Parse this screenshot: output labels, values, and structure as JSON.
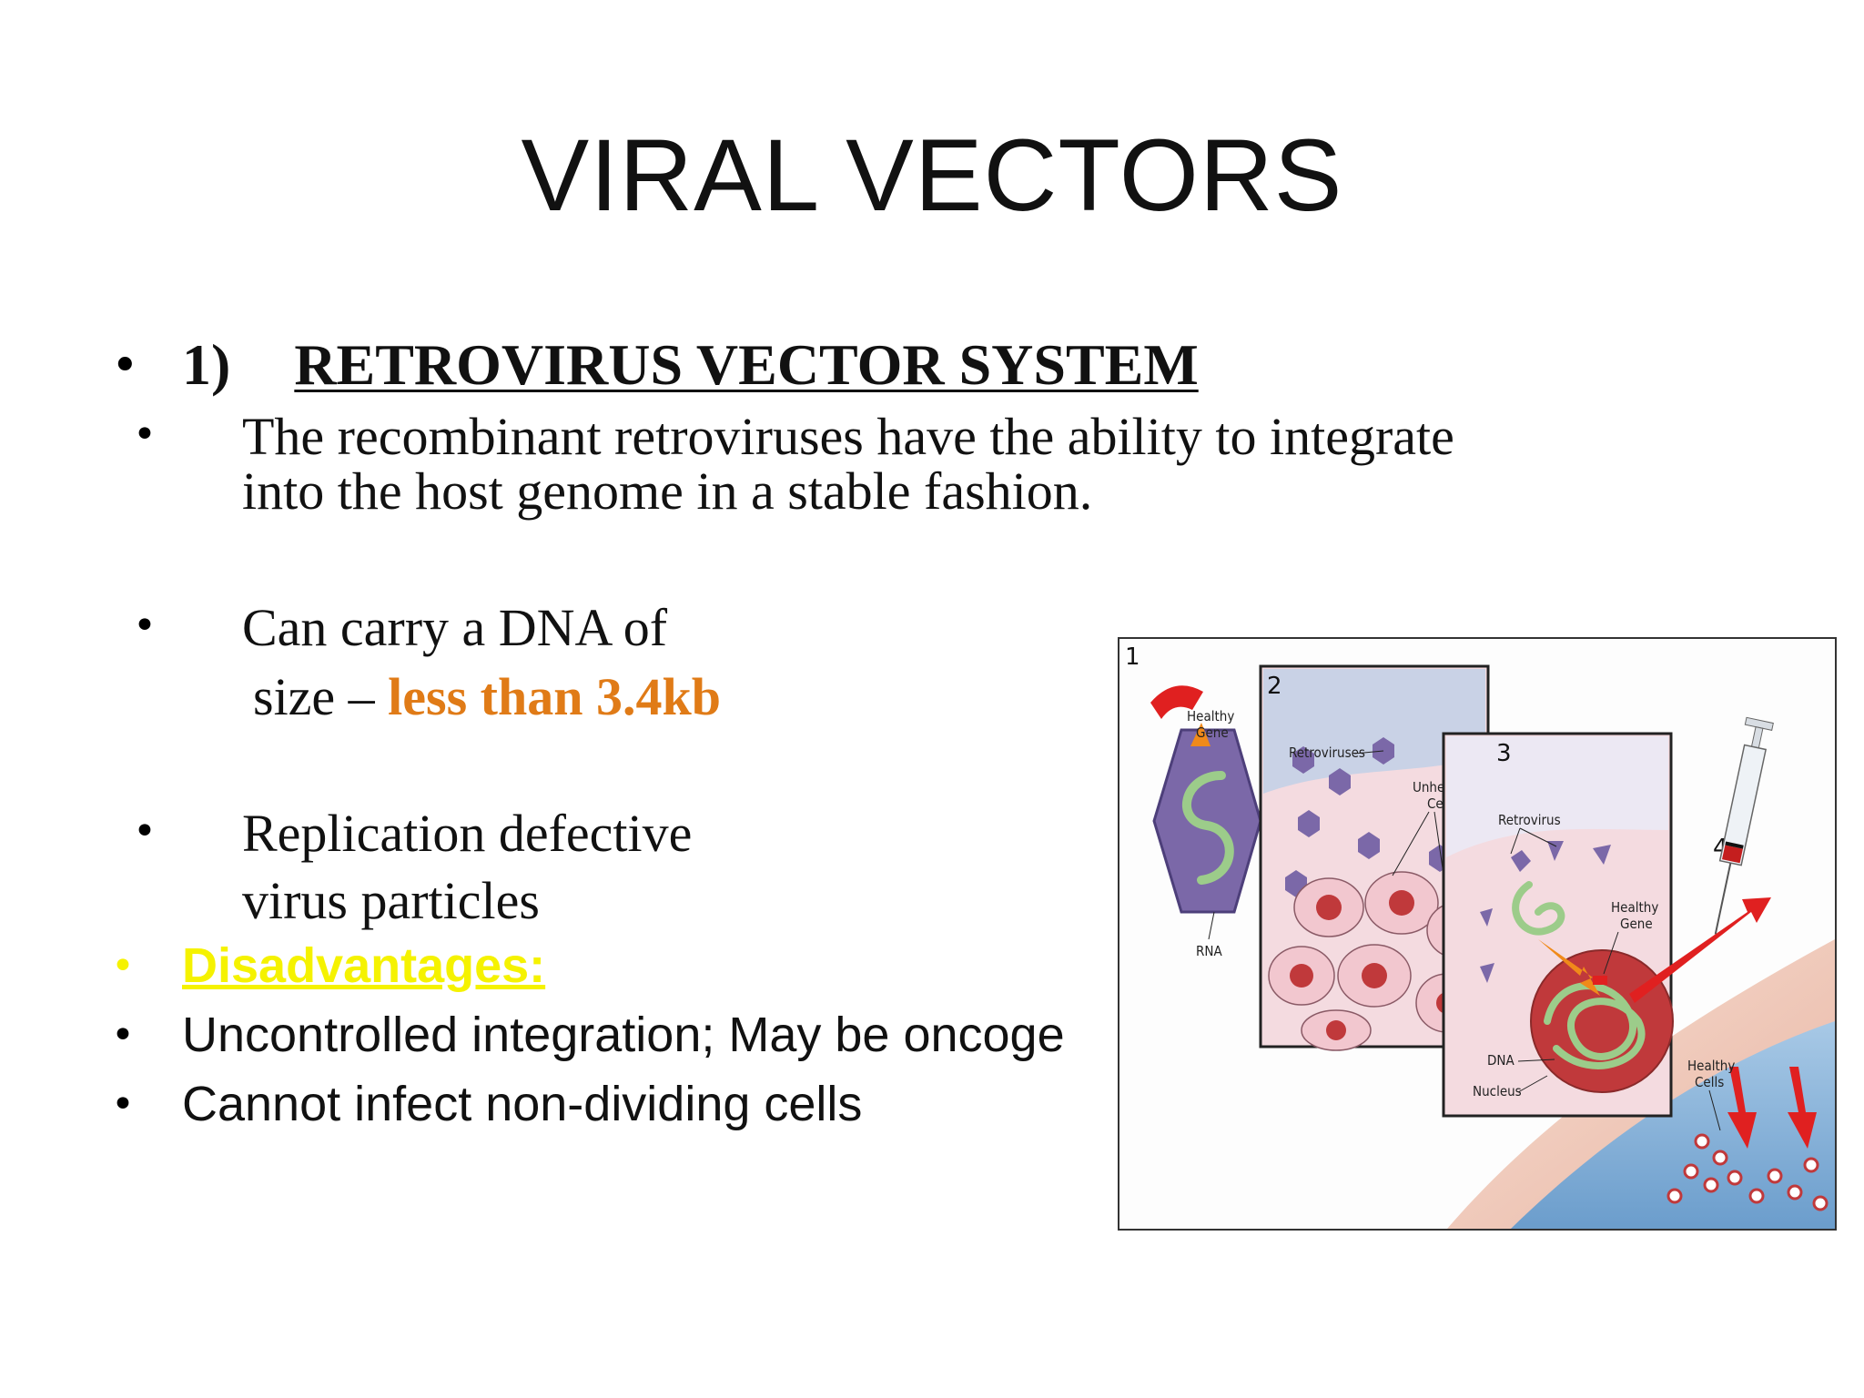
{
  "slide": {
    "title": "VIRAL VECTORS",
    "section_number": "1)",
    "section_heading": "RETROVIRUS VECTOR SYSTEM",
    "bullets": {
      "b1_line1": "The recombinant retroviruses  have the ability to integrate",
      "b1_line2": "into the host genome in a stable fashion.",
      "b2_line1": "Can carry a DNA of",
      "b2_line2_prefix": "size – ",
      "b2_line2_highlight": "less than 3.4kb",
      "b3_line1": "Replication defective",
      "b3_line2": "virus particles"
    },
    "disadvantages_label": "Disadvantages:",
    "disadvantages": [
      "Uncontrolled integration; May be oncoge",
      "Cannot infect non-dividing cells"
    ],
    "bullet_glyph": "•",
    "colors": {
      "highlight_orange": "#e07b17",
      "disadvantage_yellow": "#f5f200"
    }
  },
  "figure": {
    "panel_numbers": [
      "1",
      "2",
      "3",
      "4"
    ],
    "labels": {
      "healthy_gene_1a": "Healthy",
      "healthy_gene_1b": "Gene",
      "rna": "RNA",
      "retroviruses": "Retroviruses",
      "unhealthy_cells_a": "Unhealthy",
      "unhealthy_cells_b": "Cells",
      "retrovirus": "Retrovirus",
      "healthy_gene_3a": "Healthy",
      "healthy_gene_3b": "Gene",
      "dna": "DNA",
      "nucleus": "Nucleus",
      "healthy_cells_a": "Healthy",
      "healthy_cells_b": "Cells"
    }
  }
}
